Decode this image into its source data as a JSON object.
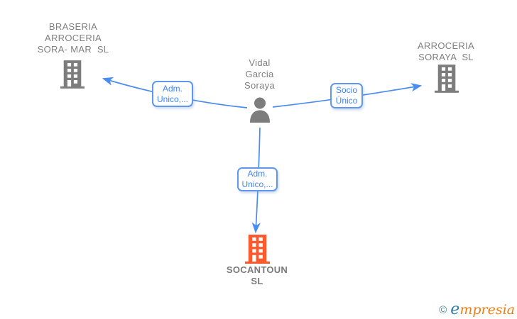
{
  "colors": {
    "arrow_blue": "#4a8cf0",
    "edge_label_blue": "#4285f4",
    "edge_border_blue": "#5e96f0",
    "node_gray": "#7d7d7d",
    "text_gray": "#808080",
    "highlight_orange": "#fa5a2d",
    "brand_orange": "#ee7d18",
    "brand_blue": "#2f7fae",
    "copyright_teal": "#44808e"
  },
  "diagram": {
    "person": {
      "name": "Vidal\nGarcia\nSoraya"
    },
    "companies": [
      {
        "id": "top-left",
        "name": "BRASERIA\nARROCERIA\nSORA- MAR  SL"
      },
      {
        "id": "top-right",
        "name": "ARROCERIA\nSORAYA  SL"
      },
      {
        "id": "bottom",
        "name": "SOCANTOUN\nSL"
      }
    ],
    "relations": [
      {
        "from": "Vidal Garcia Soraya",
        "to": "BRASERIA ARROCERIA SORA- MAR SL",
        "label": "Adm.\nUnico,..."
      },
      {
        "from": "Vidal Garcia Soraya",
        "to": "ARROCERIA SORAYA SL",
        "label": "Socio\nÚnico"
      },
      {
        "from": "Vidal Garcia Soraya",
        "to": "SOCANTOUN SL",
        "label": "Adm.\nUnico,..."
      }
    ]
  },
  "footer": {
    "copyright": "©",
    "brand": "empresia"
  }
}
